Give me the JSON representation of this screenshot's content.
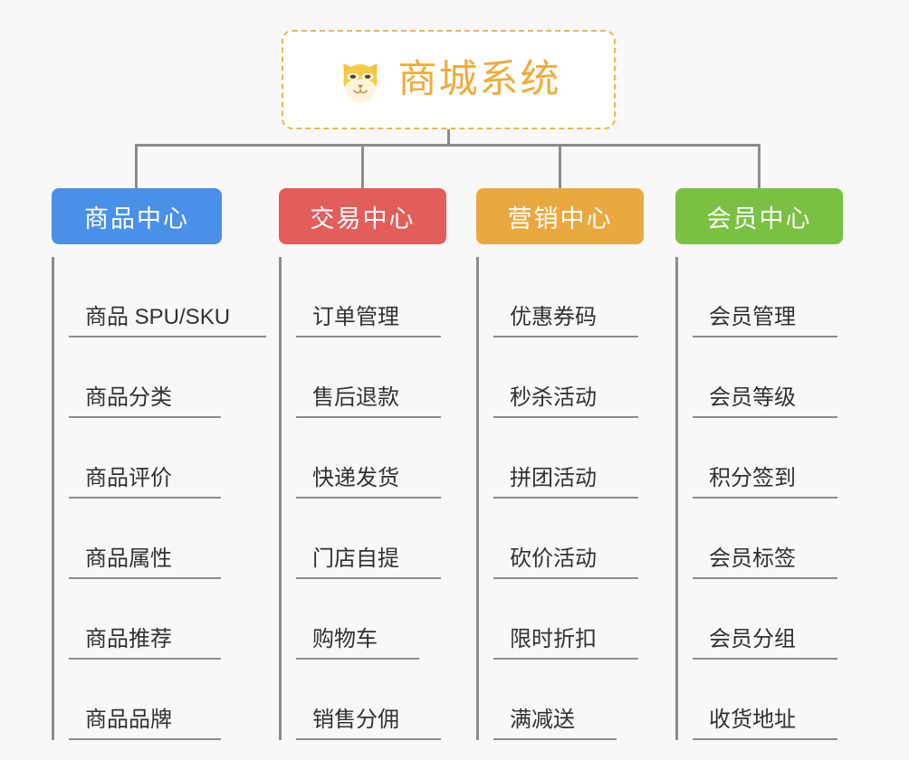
{
  "canvas": {
    "background": "#f8f8f8",
    "connector_color": "#8c8c8c"
  },
  "root": {
    "title": "商城系统",
    "icon": "shiba-dog-icon",
    "border_color": "#f0b64a",
    "text_color": "#f0ab3a",
    "background": "#ffffff"
  },
  "categories": [
    {
      "id": "product-center",
      "label": "商品中心",
      "color": "#4a90e8",
      "items": [
        "商品 SPU/SKU",
        "商品分类",
        "商品评价",
        "商品属性",
        "商品推荐",
        "商品品牌"
      ]
    },
    {
      "id": "trade-center",
      "label": "交易中心",
      "color": "#e35d5b",
      "items": [
        "订单管理",
        "售后退款",
        "快递发货",
        "门店自提",
        "购物车",
        "销售分佣"
      ]
    },
    {
      "id": "marketing-center",
      "label": "营销中心",
      "color": "#e9a940",
      "items": [
        "优惠券码",
        "秒杀活动",
        "拼团活动",
        "砍价活动",
        "限时折扣",
        "满减送"
      ]
    },
    {
      "id": "member-center",
      "label": "会员中心",
      "color": "#7ac143",
      "items": [
        "会员管理",
        "会员等级",
        "积分签到",
        "会员标签",
        "会员分组",
        "收货地址"
      ]
    }
  ]
}
